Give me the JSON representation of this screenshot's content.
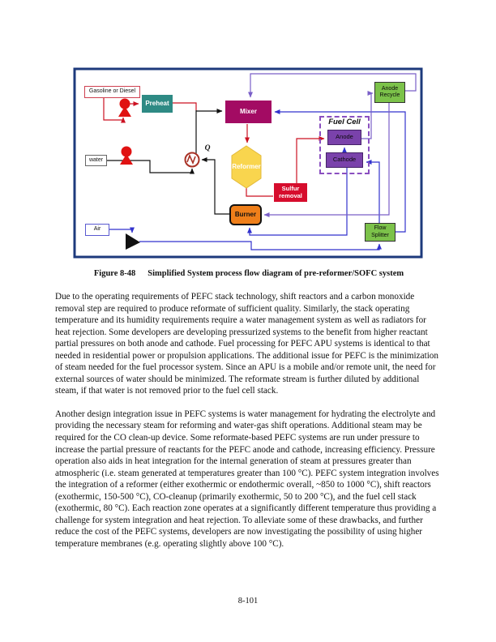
{
  "figure": {
    "caption_label": "Figure 8-48",
    "caption_text": "Simplified System process flow diagram of pre-reformer/SOFC system",
    "nodes": {
      "gasoline": "Gasoline or Diesel",
      "preheat": "Preheat",
      "mixer": "Mixer",
      "reformer": "Reformer",
      "sulfur_removal": "Sulfur removal",
      "burner": "Burner",
      "fuel_cell": "Fuel Cell",
      "anode": "Anode",
      "cathode": "Cathode",
      "anode_recycle": "Anode Recycle",
      "flow_splitter": "Flow Splitter",
      "water": "water",
      "air": "Air",
      "heat_label": "Q"
    },
    "colors": {
      "border_navy": "#1d3a7c",
      "preheat_teal": "#2e8a84",
      "mixer_magenta": "#a30b63",
      "reformer_yellow": "#f9d54e",
      "sulfur_red": "#d60d2d",
      "burner_orange": "#ef7f1a",
      "electrode_purple": "#7a42ab",
      "recycle_green": "#7cc24a",
      "line_red": "#cc1122",
      "line_blue": "#3232cd",
      "line_purple": "#7a5fc8",
      "line_black": "#111111"
    }
  },
  "body": {
    "paragraph1": "Due to the operating requirements of PEFC stack technology, shift reactors and a carbon monoxide removal step are required to produce reformate of sufficient quality.  Similarly, the stack operating temperature and its humidity requirements require a water management system as well as radiators for heat rejection.  Some developers are developing pressurized systems to the benefit from higher reactant partial pressures on both anode and cathode. Fuel processing for PEFC APU systems is identical to that needed in residential power or propulsion applications. The additional issue for PEFC is the minimization of steam needed for the fuel processor system. Since an APU is a mobile and/or remote unit, the need for external sources of water should be minimized. The reformate stream is further diluted by additional steam, if that water is not removed prior to the fuel cell stack.",
    "paragraph2": "Another design integration issue in PEFC systems is water management for hydrating the electrolyte and providing the necessary steam for reforming and water-gas shift operations.  Additional steam may be required for the CO clean-up device.  Some reformate-based PEFC systems are run under pressure to increase the partial pressure of reactants for the PEFC anode and cathode, increasing efficiency.  Pressure operation also aids in heat integration for the internal generation of steam at pressures greater than atmospheric (i.e. steam generated at temperatures greater than 100 °C).  PEFC system integration involves the integration of a reformer (either exothermic or endothermic overall, ~850 to 1000 °C), shift reactors (exothermic, 150-500 °C), CO-cleanup (primarily exothermic, 50 to 200 °C), and the fuel cell stack (exothermic, 80 °C).  Each reaction zone operates at a significantly different temperature thus providing a challenge for system integration and heat rejection.  To alleviate some of these drawbacks, and further reduce the cost of the PEFC systems, developers are now investigating the possibility of using higher temperature membranes (e.g. operating slightly above 100 °C)."
  },
  "page": {
    "number": "8-101"
  }
}
